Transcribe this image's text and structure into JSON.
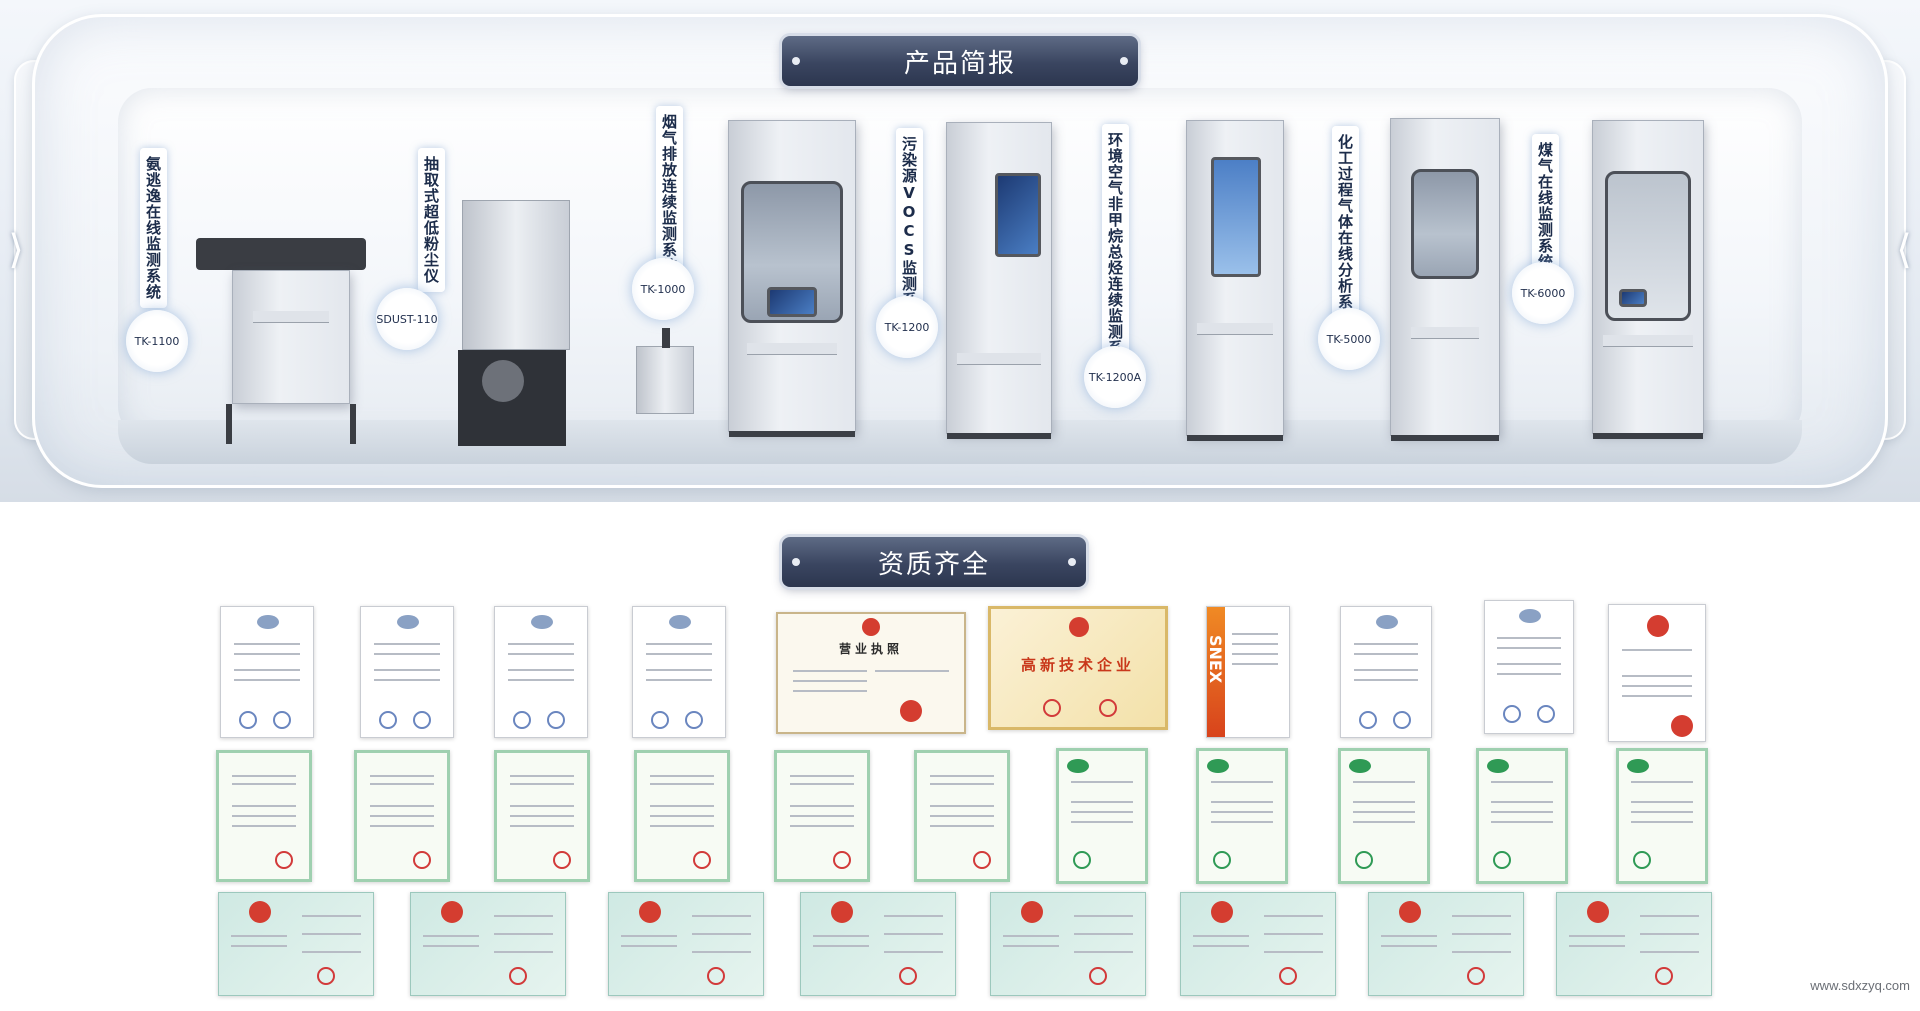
{
  "banner": {
    "title": "产品简报",
    "products": [
      {
        "name": "氨逃逸在线监测系统",
        "model": "TK-1100"
      },
      {
        "name": "抽取式超低粉尘仪",
        "model": "SDUST-110"
      },
      {
        "name": "烟气排放连续监测系统",
        "model": "TK-1000"
      },
      {
        "name": "污染源VOCS监测系统",
        "model": "TK-1200"
      },
      {
        "name": "环境空气非甲烷总烃连续监测系统",
        "model": "TK-1200A"
      },
      {
        "name": "化工过程气体在线分析系统",
        "model": "TK-5000"
      },
      {
        "name": "煤气在线监测系统",
        "model": "TK-6000"
      }
    ]
  },
  "qualifications": {
    "title": "资质齐全",
    "business_license_title": "营业执照",
    "high_tech_title": "高新技术企业",
    "snex_text": "SNEX"
  },
  "footer": {
    "website": "www.sdxzyq.com"
  }
}
